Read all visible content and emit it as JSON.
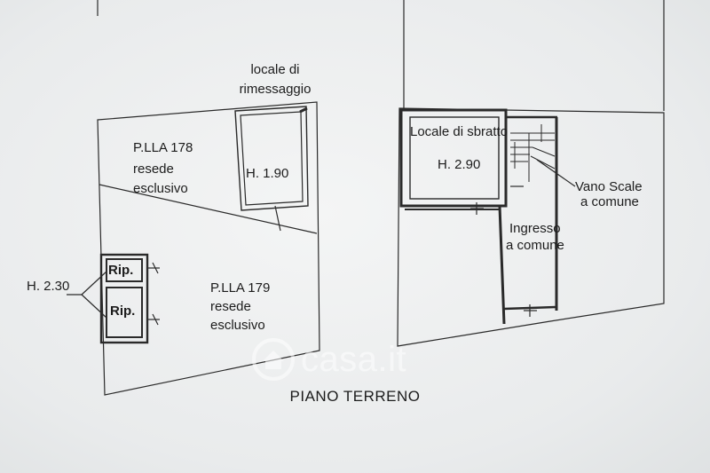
{
  "plan": {
    "title": "PIANO TERRENO",
    "left_block": {
      "rimessaggio_label_line1": "locale di",
      "rimessaggio_label_line2": "rimessaggio",
      "rimessaggio_height": "H. 1.90",
      "plla178_line1": "P.LLA 178",
      "plla178_line2": "resede",
      "plla178_line3": "esclusivo",
      "plla179_line1": "P.LLA 179",
      "plla179_line2": "resede",
      "plla179_line3": "esclusivo",
      "rip_top": "Rip.",
      "rip_bottom": "Rip.",
      "rip_height": "H. 2.30"
    },
    "right_block": {
      "sbratto_label": "Locale di sbratto",
      "sbratto_height": "H. 2.90",
      "vano_line1": "Vano Scale",
      "vano_line2": "a comune",
      "ingresso_line1": "Ingresso",
      "ingresso_line2": "a comune"
    }
  },
  "watermark": {
    "text": "casa.it",
    "icon": "house-icon"
  }
}
